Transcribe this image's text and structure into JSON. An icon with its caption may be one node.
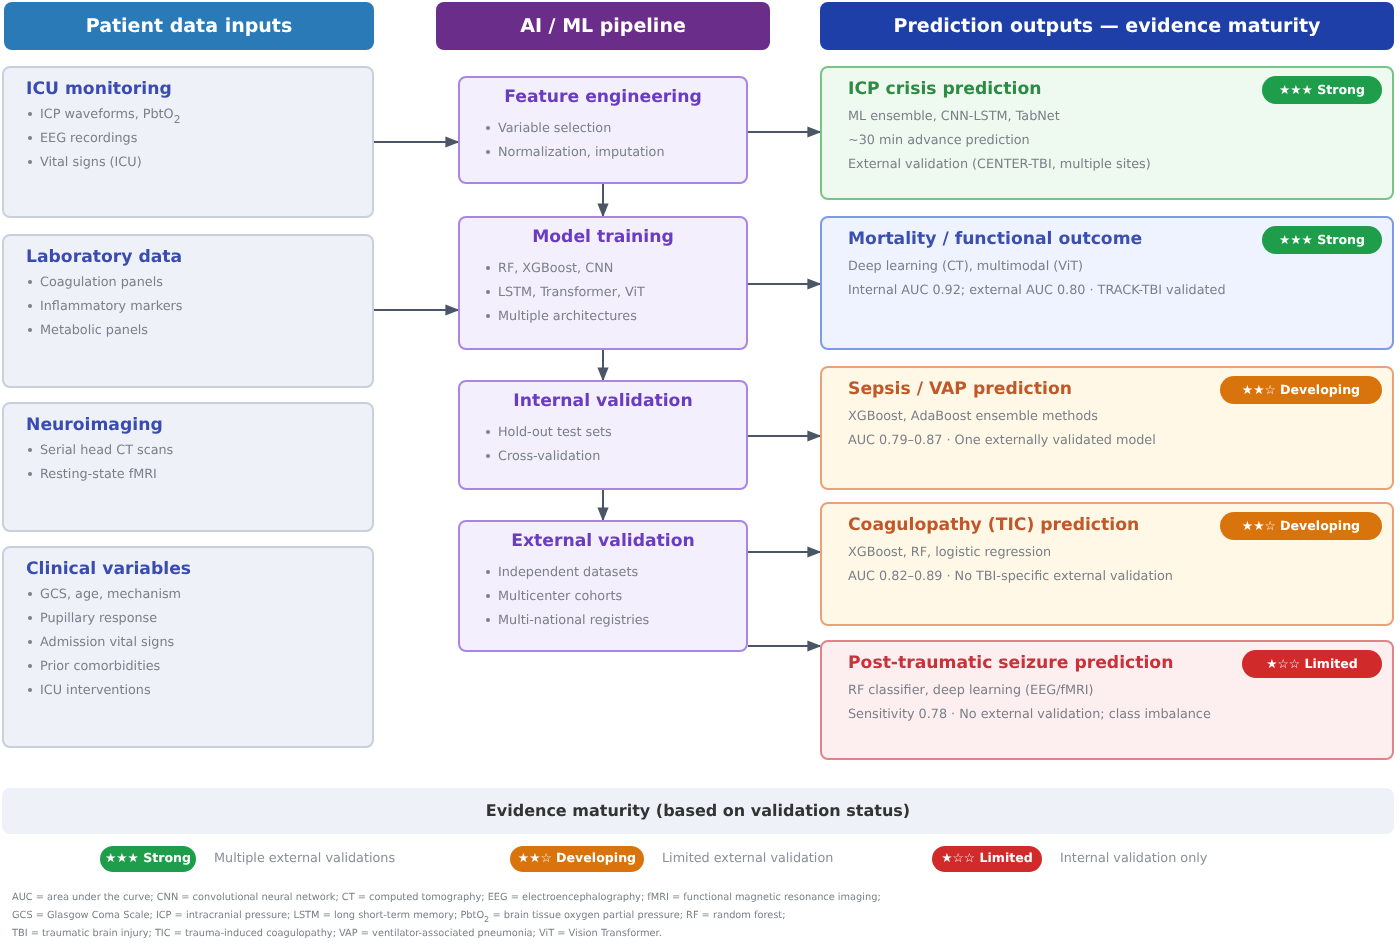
{
  "diagram": {
    "nodes": [
      {
        "text": [
          "Patient data inputs"
        ]
      },
      {
        "text": [
          "ICU monitoring",
          "ICP waveforms, PbtO$_{2}$",
          "EEG recordings",
          "Vital signs (ICU)"
        ]
      },
      {
        "text": [
          "Laboratory data",
          "Coagulation panels",
          "Inflammatory markers",
          "Metabolic panels"
        ]
      },
      {
        "text": [
          "Neuroimaging",
          "Serial head CT scans",
          "Resting-state fMRI"
        ]
      },
      {
        "text": [
          "Clinical variables",
          "GCS, age, mechanism",
          "Pupillary response",
          "Admission vital signs",
          "Prior comorbidities",
          "ICU interventions"
        ]
      },
      {
        "text": [
          "AI / ML pipeline"
        ]
      },
      {
        "text": [
          "Feature engineering",
          "Variable selection",
          "Normalization, imputation"
        ]
      },
      {
        "text": [
          "Model training",
          "RF, XGBoost, CNN",
          "LSTM, Transformer, ViT",
          "Multiple architectures"
        ]
      },
      {
        "text": [
          "Internal validation",
          "Hold-out test sets",
          "Cross-validation"
        ]
      },
      {
        "text": [
          "External validation",
          "Independent datasets",
          "Multicenter cohorts",
          "Multi-national registries"
        ]
      },
      {
        "text": [
          "Prediction outputs — evidence maturity"
        ]
      },
      {
        "text": [
          "ICP crisis prediction",
          "ML ensemble, CNN-LSTM, TabNet",
          "~30 min advance prediction",
          "External validation (CENTER-TBI, multiple sites)"
        ]
      },
      {
        "text": [
          "★★★ Strong"
        ],
        "in": 11
      },
      {
        "text": [
          "Mortality / functional outcome",
          "Deep learning (CT), multimodal (ViT)",
          "Internal AUC 0.92; external AUC 0.80 · TRACK-TBI validated"
        ]
      },
      {
        "text": [
          "★★★ Strong"
        ],
        "in": 13
      },
      {
        "text": [
          "Sepsis / VAP prediction",
          "XGBoost, AdaBoost ensemble methods",
          "AUC 0.79–0.87 · One externally validated model"
        ]
      },
      {
        "text": [
          "★★☆ Developing"
        ],
        "in": 15
      },
      {
        "text": [
          "Coagulopathy (TIC) prediction",
          "XGBoost, RF, logistic regression",
          "AUC 0.82–0.89 · No TBI-specific external validation"
        ]
      },
      {
        "text": [
          "★★☆ Developing"
        ],
        "in": 17
      },
      {
        "text": [
          "Post-traumatic seizure prediction",
          "RF classifier, deep learning (EEG/fMRI)",
          "Sensitivity 0.78 · No external validation; class imbalance"
        ]
      },
      {
        "text": [
          "★☆☆ Limited"
        ],
        "in": 19
      },
      {
        "text": [
          "Evidence maturity (based on validation status)"
        ]
      }
    ],
    "edges": [
      {
        "from": 1,
        "to": 6,
        "arrow": "to"
      },
      {
        "from": 2,
        "to": 7,
        "arrow": "to"
      },
      {
        "from": 6,
        "to": 7,
        "arrow": "to"
      },
      {
        "from": 7,
        "to": 8,
        "arrow": "to"
      },
      {
        "from": 8,
        "to": 9,
        "arrow": "to"
      },
      {
        "from": 6,
        "to": 11,
        "arrow": "to"
      },
      {
        "from": 7,
        "to": 13,
        "arrow": "to"
      },
      {
        "from": 8,
        "to": 15,
        "arrow": "to"
      },
      {
        "from": 9,
        "to": 17,
        "arrow": "to"
      },
      {
        "from": 9,
        "to": 19,
        "arrow": "to"
      }
    ],
    "labels": [
      "★★★ Strong",
      "★★☆ Developing",
      "★☆☆ Limited",
      "AUC = area under the curve; CNN = convolutional neural network; CT = computed tomography; EEG = electroencephalography; fMRI = functional magnetic resonance imaging;",
      "GCS = Glasgow Coma Scale; ICP = intracranial pressure; LSTM = long short-term memory; PbtO$_{2}$ = brain tissue oxygen partial pressure; RF = random forest;",
      "TBI = traumatic brain injury; TIC = trauma-induced coagulopathy; VAP = ventilator-associated pneumonia; ViT = Vision Transformer."
    ],
    "legend": [
      {
        "text": "Multiple external validations",
        "color": "#1e9e4a"
      },
      {
        "text": "Limited external validation",
        "color": "#d9740c"
      },
      {
        "text": "Internal validation only",
        "color": "#d02a2a"
      }
    ]
  }
}
